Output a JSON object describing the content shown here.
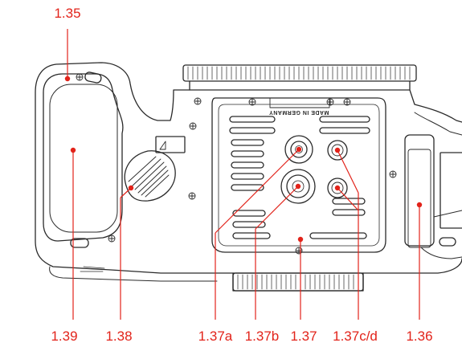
{
  "colors": {
    "callout": "#e2231a",
    "line": "#2a2a2a",
    "background": "#ffffff"
  },
  "callouts": {
    "top": "1.35",
    "bottom": [
      "1.39",
      "1.38",
      "1.37a",
      "1.37b",
      "1.37",
      "1.37c/d",
      "1.36"
    ]
  },
  "engraving": "MADE IN GERMANY"
}
